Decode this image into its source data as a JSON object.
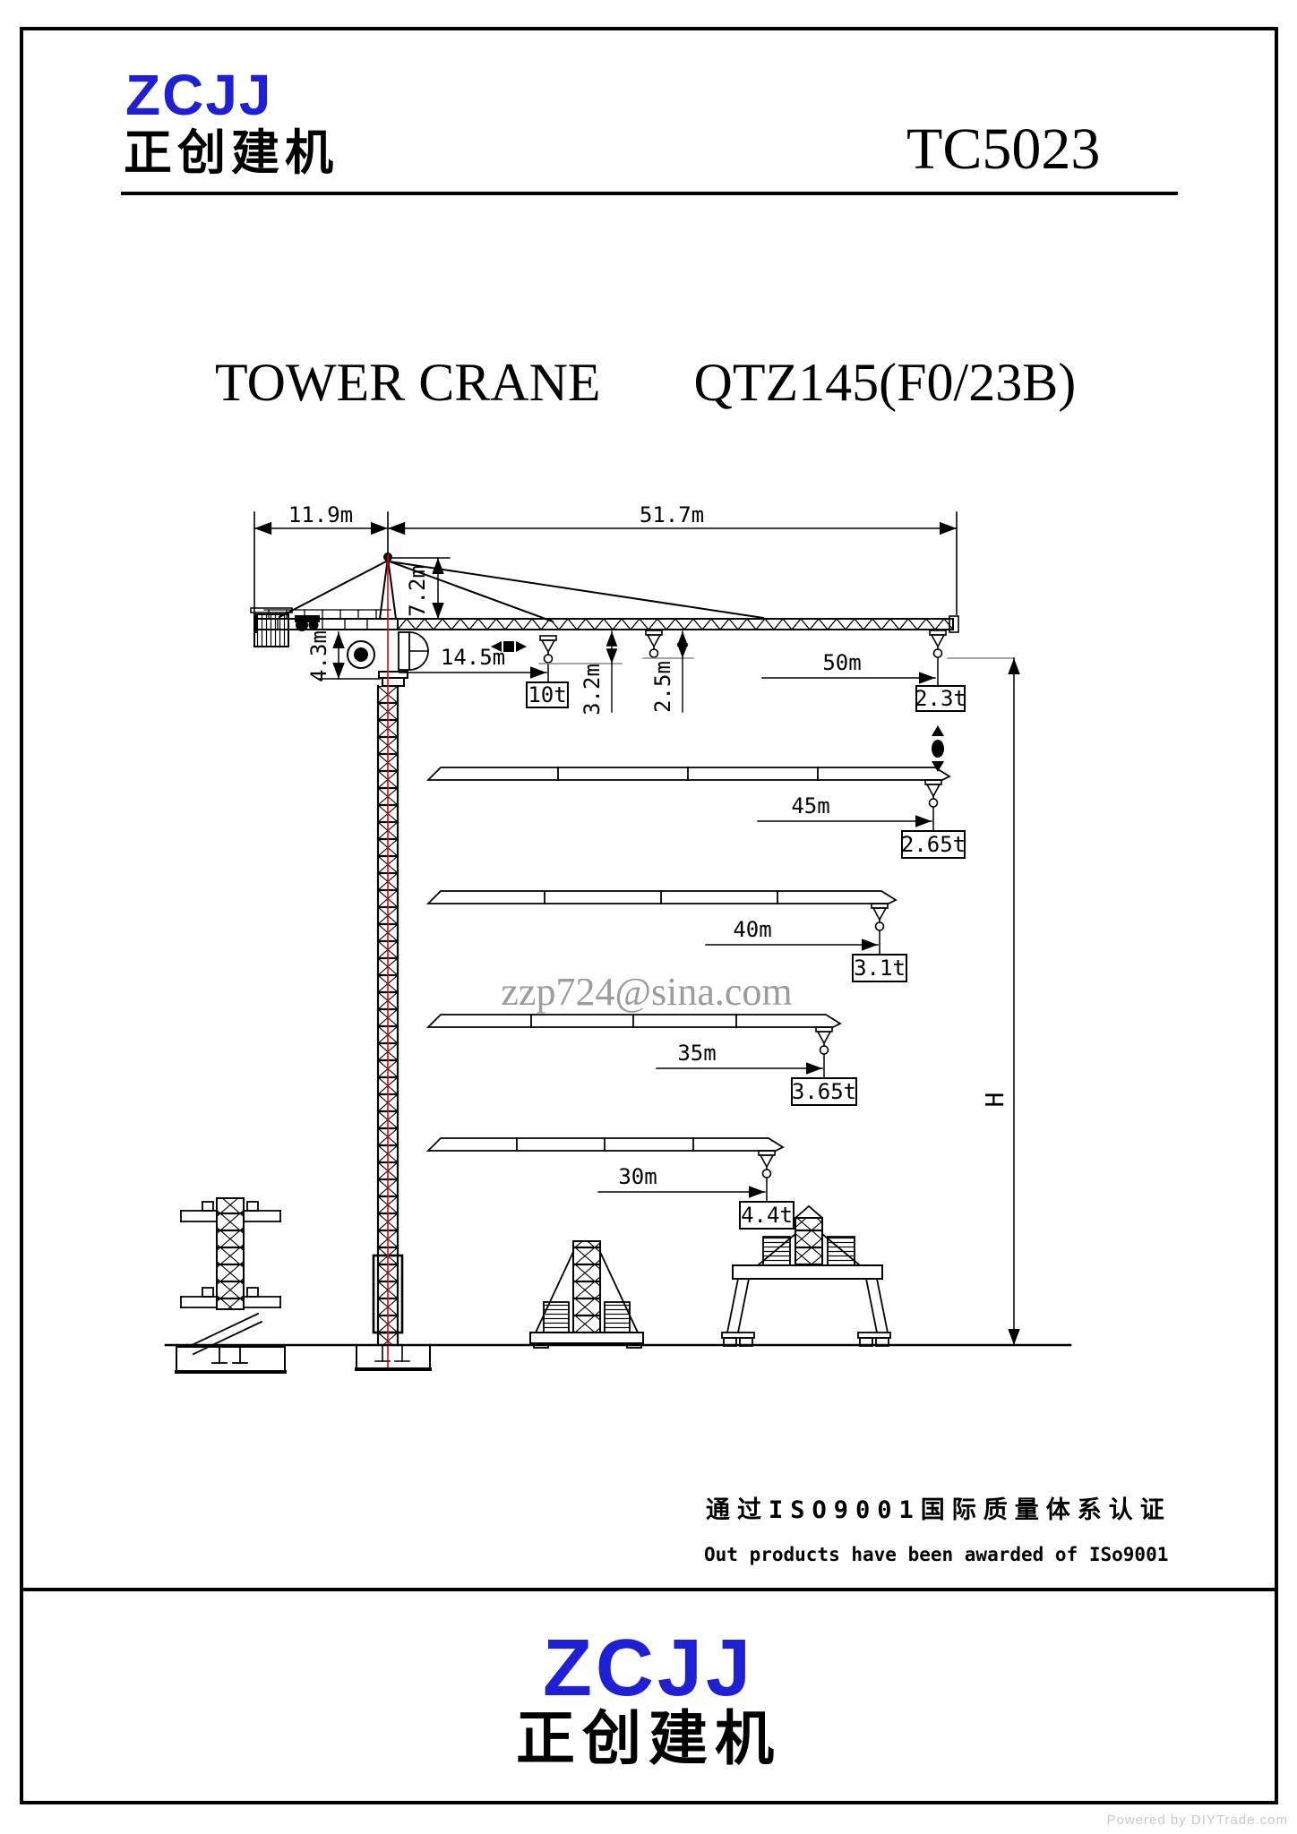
{
  "header": {
    "logo": "ZCJJ",
    "logo_cn": "正创建机",
    "model": "TC5023"
  },
  "title": {
    "left": "TOWER CRANE",
    "right": "QTZ145(F0/23B)"
  },
  "diagram": {
    "dims": {
      "counter_jib": "11.9m",
      "jib_total": "51.7m",
      "head_height": "7.2m",
      "slew_section": "4.3m",
      "min_radius": "14.5m",
      "max_capacity": "10t",
      "hook_fall_a": "3.2m",
      "hook_fall_b": "2.5m",
      "height_label": "H"
    },
    "load_points": [
      {
        "radius": "50m",
        "capacity": "2.3t"
      },
      {
        "radius": "45m",
        "capacity": "2.65t"
      },
      {
        "radius": "40m",
        "capacity": "3.1t"
      },
      {
        "radius": "35m",
        "capacity": "3.65t"
      },
      {
        "radius": "30m",
        "capacity": "4.4t"
      }
    ],
    "watermark": "zzp724@sina.com"
  },
  "certification": {
    "cn": "通过ISO9001国际质量体系认证",
    "en": "Out products have been awarded of ISo9001"
  },
  "footer": {
    "logo": "ZCJJ",
    "logo_cn": "正创建机"
  },
  "page_watermark": "Powered by DIYTrade.com",
  "colors": {
    "brand_blue": "#1f1fd6",
    "centerline_red": "#e8000b",
    "watermark_gray": "#9c9c9c"
  }
}
